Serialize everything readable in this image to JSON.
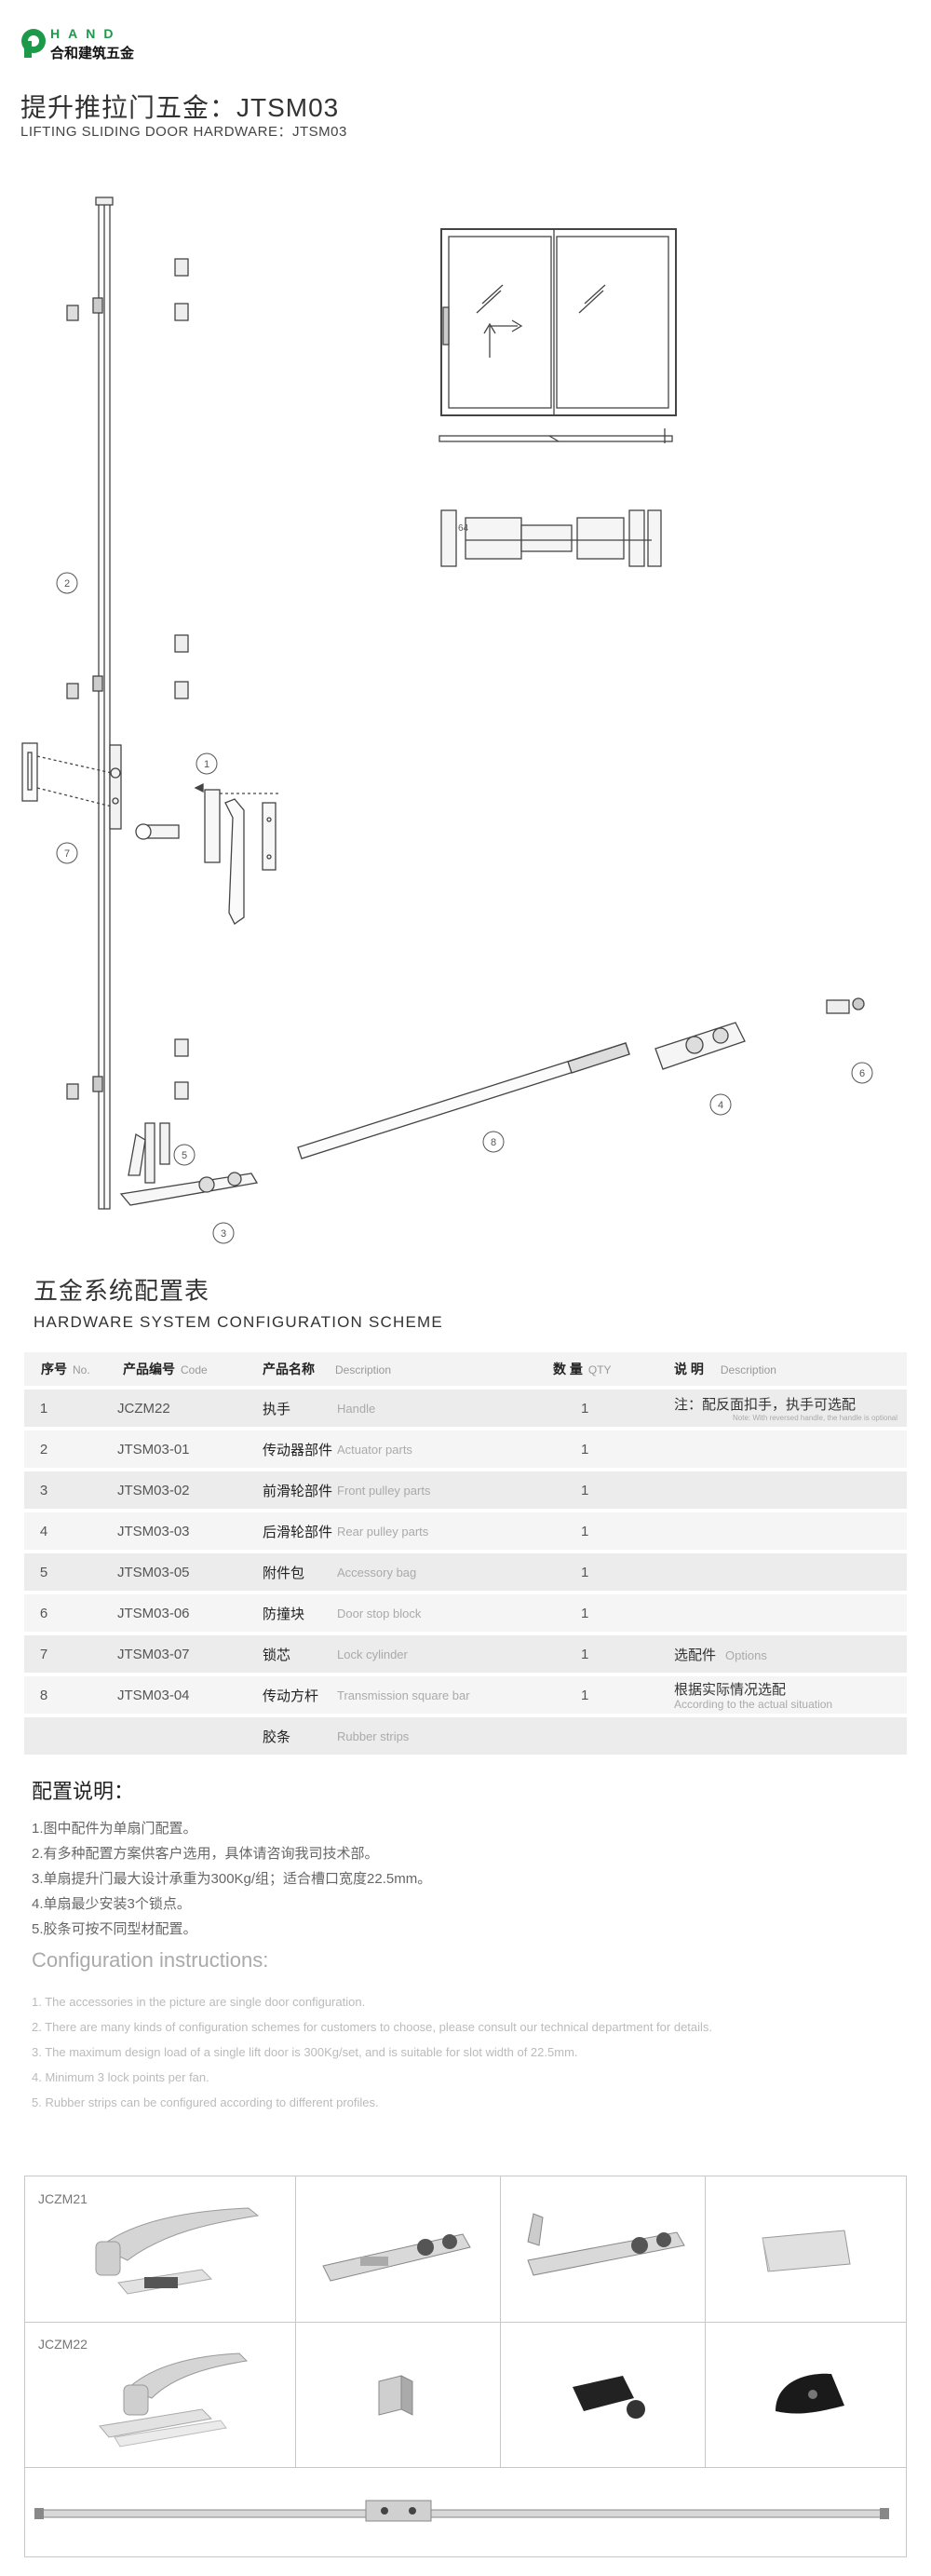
{
  "header": {
    "brand_en": "HAND",
    "brand_cn": "合和建筑五金",
    "title_cn": "提升推拉门五金：JTSM03",
    "title_en": "LIFTING SLIDING DOOR HARDWARE：JTSM03"
  },
  "drawing": {
    "callouts": [
      "1",
      "2",
      "3",
      "4",
      "5",
      "6",
      "7",
      "8"
    ],
    "dimension": "64"
  },
  "config": {
    "title_cn": "五金系统配置表",
    "title_en": "HARDWARE SYSTEM CONFIGURATION SCHEME",
    "headers": {
      "no_cn": "序号",
      "no_en": "No.",
      "code_cn": "产品编号",
      "code_en": "Code",
      "name_cn": "产品名称",
      "name_en": "Description",
      "qty_cn": "数 量",
      "qty_en": "QTY",
      "desc_cn": "说  明",
      "desc_en": "Description"
    },
    "rows": [
      {
        "no": "1",
        "code": "JCZM22",
        "name_cn": "执手",
        "name_en": "Handle",
        "qty": "1",
        "note_cn": "注：配反面扣手，执手可选配",
        "note_en": "Note: With reversed handle, the handle is optional"
      },
      {
        "no": "2",
        "code": "JTSM03-01",
        "name_cn": "传动器部件",
        "name_en": "Actuator parts",
        "qty": "1",
        "note_cn": "",
        "note_en": ""
      },
      {
        "no": "3",
        "code": "JTSM03-02",
        "name_cn": "前滑轮部件",
        "name_en": "Front pulley parts",
        "qty": "1",
        "note_cn": "",
        "note_en": ""
      },
      {
        "no": "4",
        "code": "JTSM03-03",
        "name_cn": "后滑轮部件",
        "name_en": "Rear pulley parts",
        "qty": "1",
        "note_cn": "",
        "note_en": ""
      },
      {
        "no": "5",
        "code": "JTSM03-05",
        "name_cn": "附件包",
        "name_en": "Accessory bag",
        "qty": "1",
        "note_cn": "",
        "note_en": ""
      },
      {
        "no": "6",
        "code": "JTSM03-06",
        "name_cn": "防撞块",
        "name_en": "Door stop block",
        "qty": "1",
        "note_cn": "",
        "note_en": ""
      },
      {
        "no": "7",
        "code": "JTSM03-07",
        "name_cn": "锁芯",
        "name_en": "Lock cylinder",
        "qty": "1",
        "note_cn": "选配件",
        "note_en": "Options"
      },
      {
        "no": "8",
        "code": "JTSM03-04",
        "name_cn": "传动方杆",
        "name_en": "Transmission square bar",
        "qty": "1",
        "note_cn": "根据实际情况选配",
        "note_en": "According to the actual situation"
      },
      {
        "no": "",
        "code": "",
        "name_cn": "胶条",
        "name_en": "Rubber strips",
        "qty": "",
        "note_cn": "",
        "note_en": ""
      }
    ]
  },
  "notes": {
    "title_cn": "配置说明：",
    "items_cn": [
      "1.图中配件为单扇门配置。",
      "2.有多种配置方案供客户选用，具体请咨询我司技术部。",
      "3.单扇提升门最大设计承重为300Kg/组；适合槽口宽度22.5mm。",
      "4.单扇最少安装3个锁点。",
      "5.胶条可按不同型材配置。"
    ],
    "title_en": "Configuration instructions:",
    "items_en": [
      "1. The accessories in the picture are single door configuration.",
      "2. There are many kinds of configuration schemes for customers to choose, please consult our technical department for details.",
      "3. The maximum design load of a single lift door is 300Kg/set, and is suitable for slot width of 22.5mm.",
      "4. Minimum 3 lock points per fan.",
      "5. Rubber strips can be configured according to different profiles."
    ]
  },
  "gallery": {
    "labels": [
      "JCZM21",
      "JCZM22"
    ]
  },
  "colors": {
    "brand_green": "#1c9a4a",
    "row_dark": "#ececec",
    "row_light": "#f5f5f5"
  }
}
